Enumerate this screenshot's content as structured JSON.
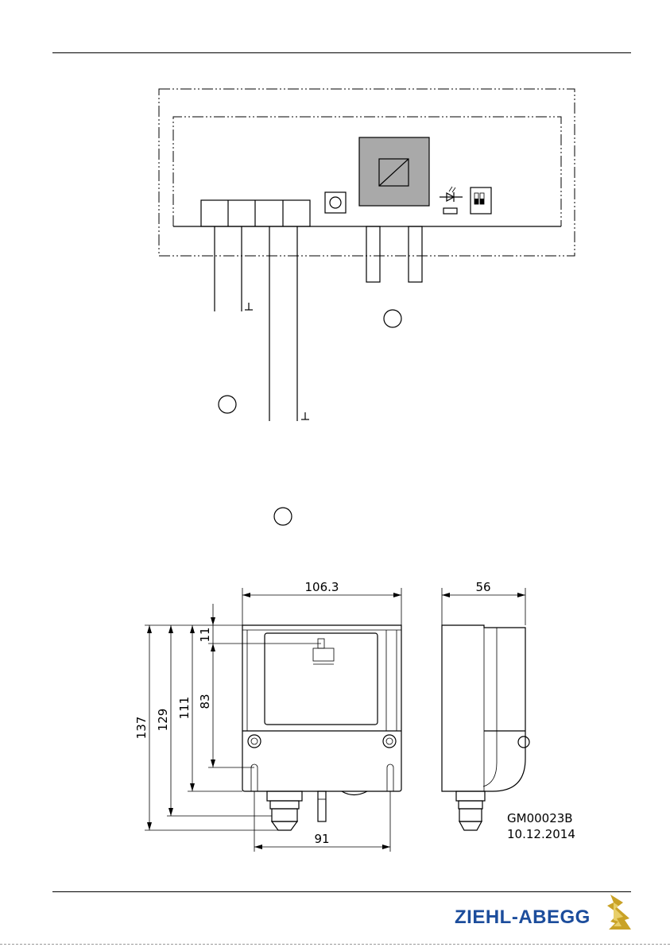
{
  "colors": {
    "line": "#000000",
    "module_fill": "#a9a9a9",
    "logo_blue": "#1c4d9c",
    "logo_gold": "#c9a227"
  },
  "front_view": {
    "width_top": "106.3",
    "width_bottom": "91",
    "heights": [
      "137",
      "129",
      "111",
      "83"
    ],
    "top_offset": "11"
  },
  "side_view": {
    "depth": "56"
  },
  "drawing_stamp": {
    "number": "GM00023B",
    "date": "10.12.2014"
  },
  "logo": {
    "text": "ZIEHL-ABEGG",
    "icon": "lightning-bolt-icon"
  }
}
